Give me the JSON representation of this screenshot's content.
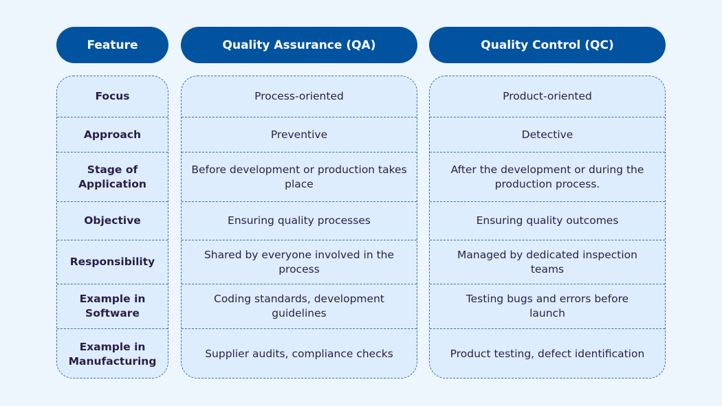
{
  "headers": [
    "Feature",
    "Quality Assurance (QA)",
    "Quality Control (QC)"
  ],
  "rows": [
    {
      "feature": "Focus",
      "qa": "Process-oriented",
      "qc": "Product-oriented"
    },
    {
      "feature": "Approach",
      "qa": "Preventive",
      "qc": "Detective"
    },
    {
      "feature": "Stage of Application",
      "qa": "Before development or production takes place",
      "qc": "After the development or during the production process."
    },
    {
      "feature": "Objective",
      "qa": "Ensuring quality processes",
      "qc": "Ensuring quality outcomes"
    },
    {
      "feature": "Responsibility",
      "qa": "Shared by everyone involved in the process",
      "qc": "Managed by dedicated inspection teams"
    },
    {
      "feature": "Example in Software",
      "qa": "Coding standards, development guidelines",
      "qc": "Testing bugs and errors before launch"
    },
    {
      "feature": "Example in Manufacturing",
      "qa": "Supplier audits, compliance checks",
      "qc": "Product testing, defect identification"
    }
  ],
  "colors": {
    "header": "#02539f",
    "cell": "#deedfd",
    "border": "#2f6fb5",
    "text": "#2a1e45",
    "background": "#edf5fd"
  }
}
